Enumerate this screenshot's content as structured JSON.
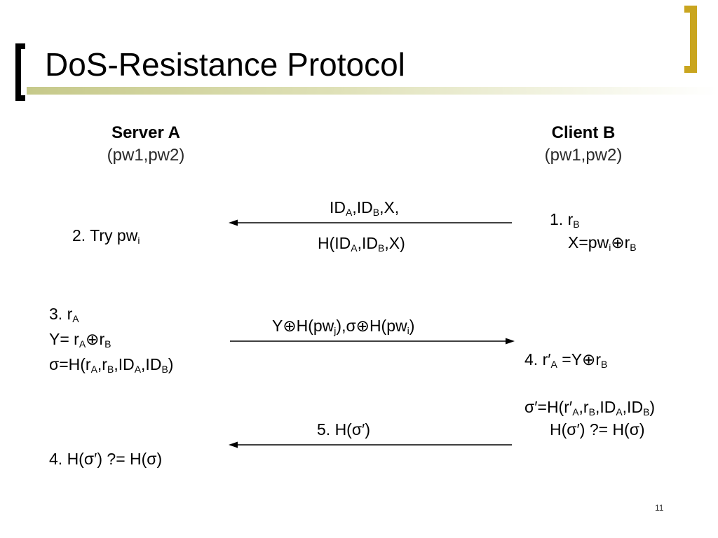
{
  "title": "DoS-Resistance Protocol",
  "accent_color": "#c9a51f",
  "server": {
    "name": "Server A",
    "passwords": "(pw1,pw2)"
  },
  "client": {
    "name": "Client B",
    "passwords": "(pw1,pw2)"
  },
  "messages": {
    "msg1_line1": {
      "a": "ID",
      "b": "A",
      "c": ",ID",
      "d": "B",
      "e": ",X,"
    },
    "msg1_line2": {
      "a": "H(ID",
      "b": "A",
      "c": ",ID",
      "d": "B",
      "e": ",X)"
    },
    "msg2": {
      "a": "Y⊕H(pw",
      "b": "j",
      "c": "),σ⊕H(pw",
      "d": "i",
      "e": ")"
    },
    "msg3": "5. H(σ′)"
  },
  "server_steps": {
    "step2": {
      "a": "2. Try pw",
      "b": "i"
    },
    "step3_l1": {
      "a": "3. r",
      "b": "A"
    },
    "step3_l2": {
      "a": "Y= r",
      "b": "A",
      "c": "⊕r",
      "d": "B"
    },
    "step3_l3": {
      "a": "σ=H(r",
      "b": "A",
      "c": ",r",
      "d": "B",
      "e": ",ID",
      "f": "A",
      "g": ",ID",
      "h": "B",
      "i": ")"
    },
    "step4": "4. H(σ′) ?= H(σ)"
  },
  "client_steps": {
    "step1_l1": {
      "a": "1. r",
      "b": "B"
    },
    "step1_l2": {
      "a": "X=pw",
      "b": "i",
      "c": "⊕r",
      "d": "B"
    },
    "step4_l1": {
      "a": "4. r′",
      "b": "A",
      "c": " =Y⊕r",
      "d": "B"
    },
    "step4_l2": {
      "a": "σ′=H(r′",
      "b": "A",
      "c": ",r",
      "d": "B",
      "e": ",ID",
      "f": "A",
      "g": ",ID",
      "h": "B",
      "i": ")"
    },
    "step4_l3": "H(σ′) ?= H(σ)"
  },
  "page_number": "11"
}
